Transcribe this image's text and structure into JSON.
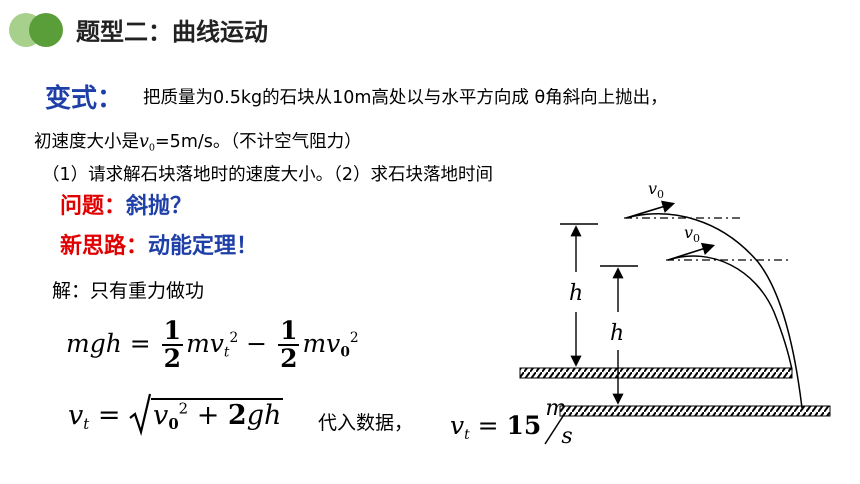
{
  "header": {
    "title": "题型二：曲线运动",
    "accent_color": "#5a9e3a",
    "accent_light": "#a8d08d"
  },
  "problem": {
    "variant_label": "变式：",
    "line1": "把质量为0.5kg的石块从10m高处以与水平方向成 θ角斜向上抛出，",
    "line2_prefix": "初速度大小是",
    "line2_var": "v",
    "line2_sub": "0",
    "line2_suffix": "=5m/s。（不计空气阻力）",
    "line3": "（1）请求解石块落地时的速度大小。（2）求石块落地时间"
  },
  "question": {
    "label": "问题：",
    "text": "斜抛？"
  },
  "new_idea": {
    "label": "新思路：",
    "text": "动能定理！"
  },
  "solution": {
    "intro": "解：只有重力做功",
    "substitute_label": "代入数据，",
    "result_value": "15",
    "unit_num": "m",
    "unit_den": "s"
  },
  "equations": {
    "eq1_lhs": "mgh",
    "eq1_equals": "=",
    "half_num": "1",
    "half_den": "2",
    "mv": "mv",
    "sub_t": "t",
    "sq": "2",
    "minus": "−",
    "sub_0": "0",
    "vt_v": "v",
    "vt_eq": "=",
    "radicand_v": "v",
    "radicand_rest": "+2gh",
    "bold_two": "2",
    "gh": "gh"
  },
  "diagram": {
    "v0_label": "v",
    "v0_sub": "0",
    "h_label": "h"
  }
}
